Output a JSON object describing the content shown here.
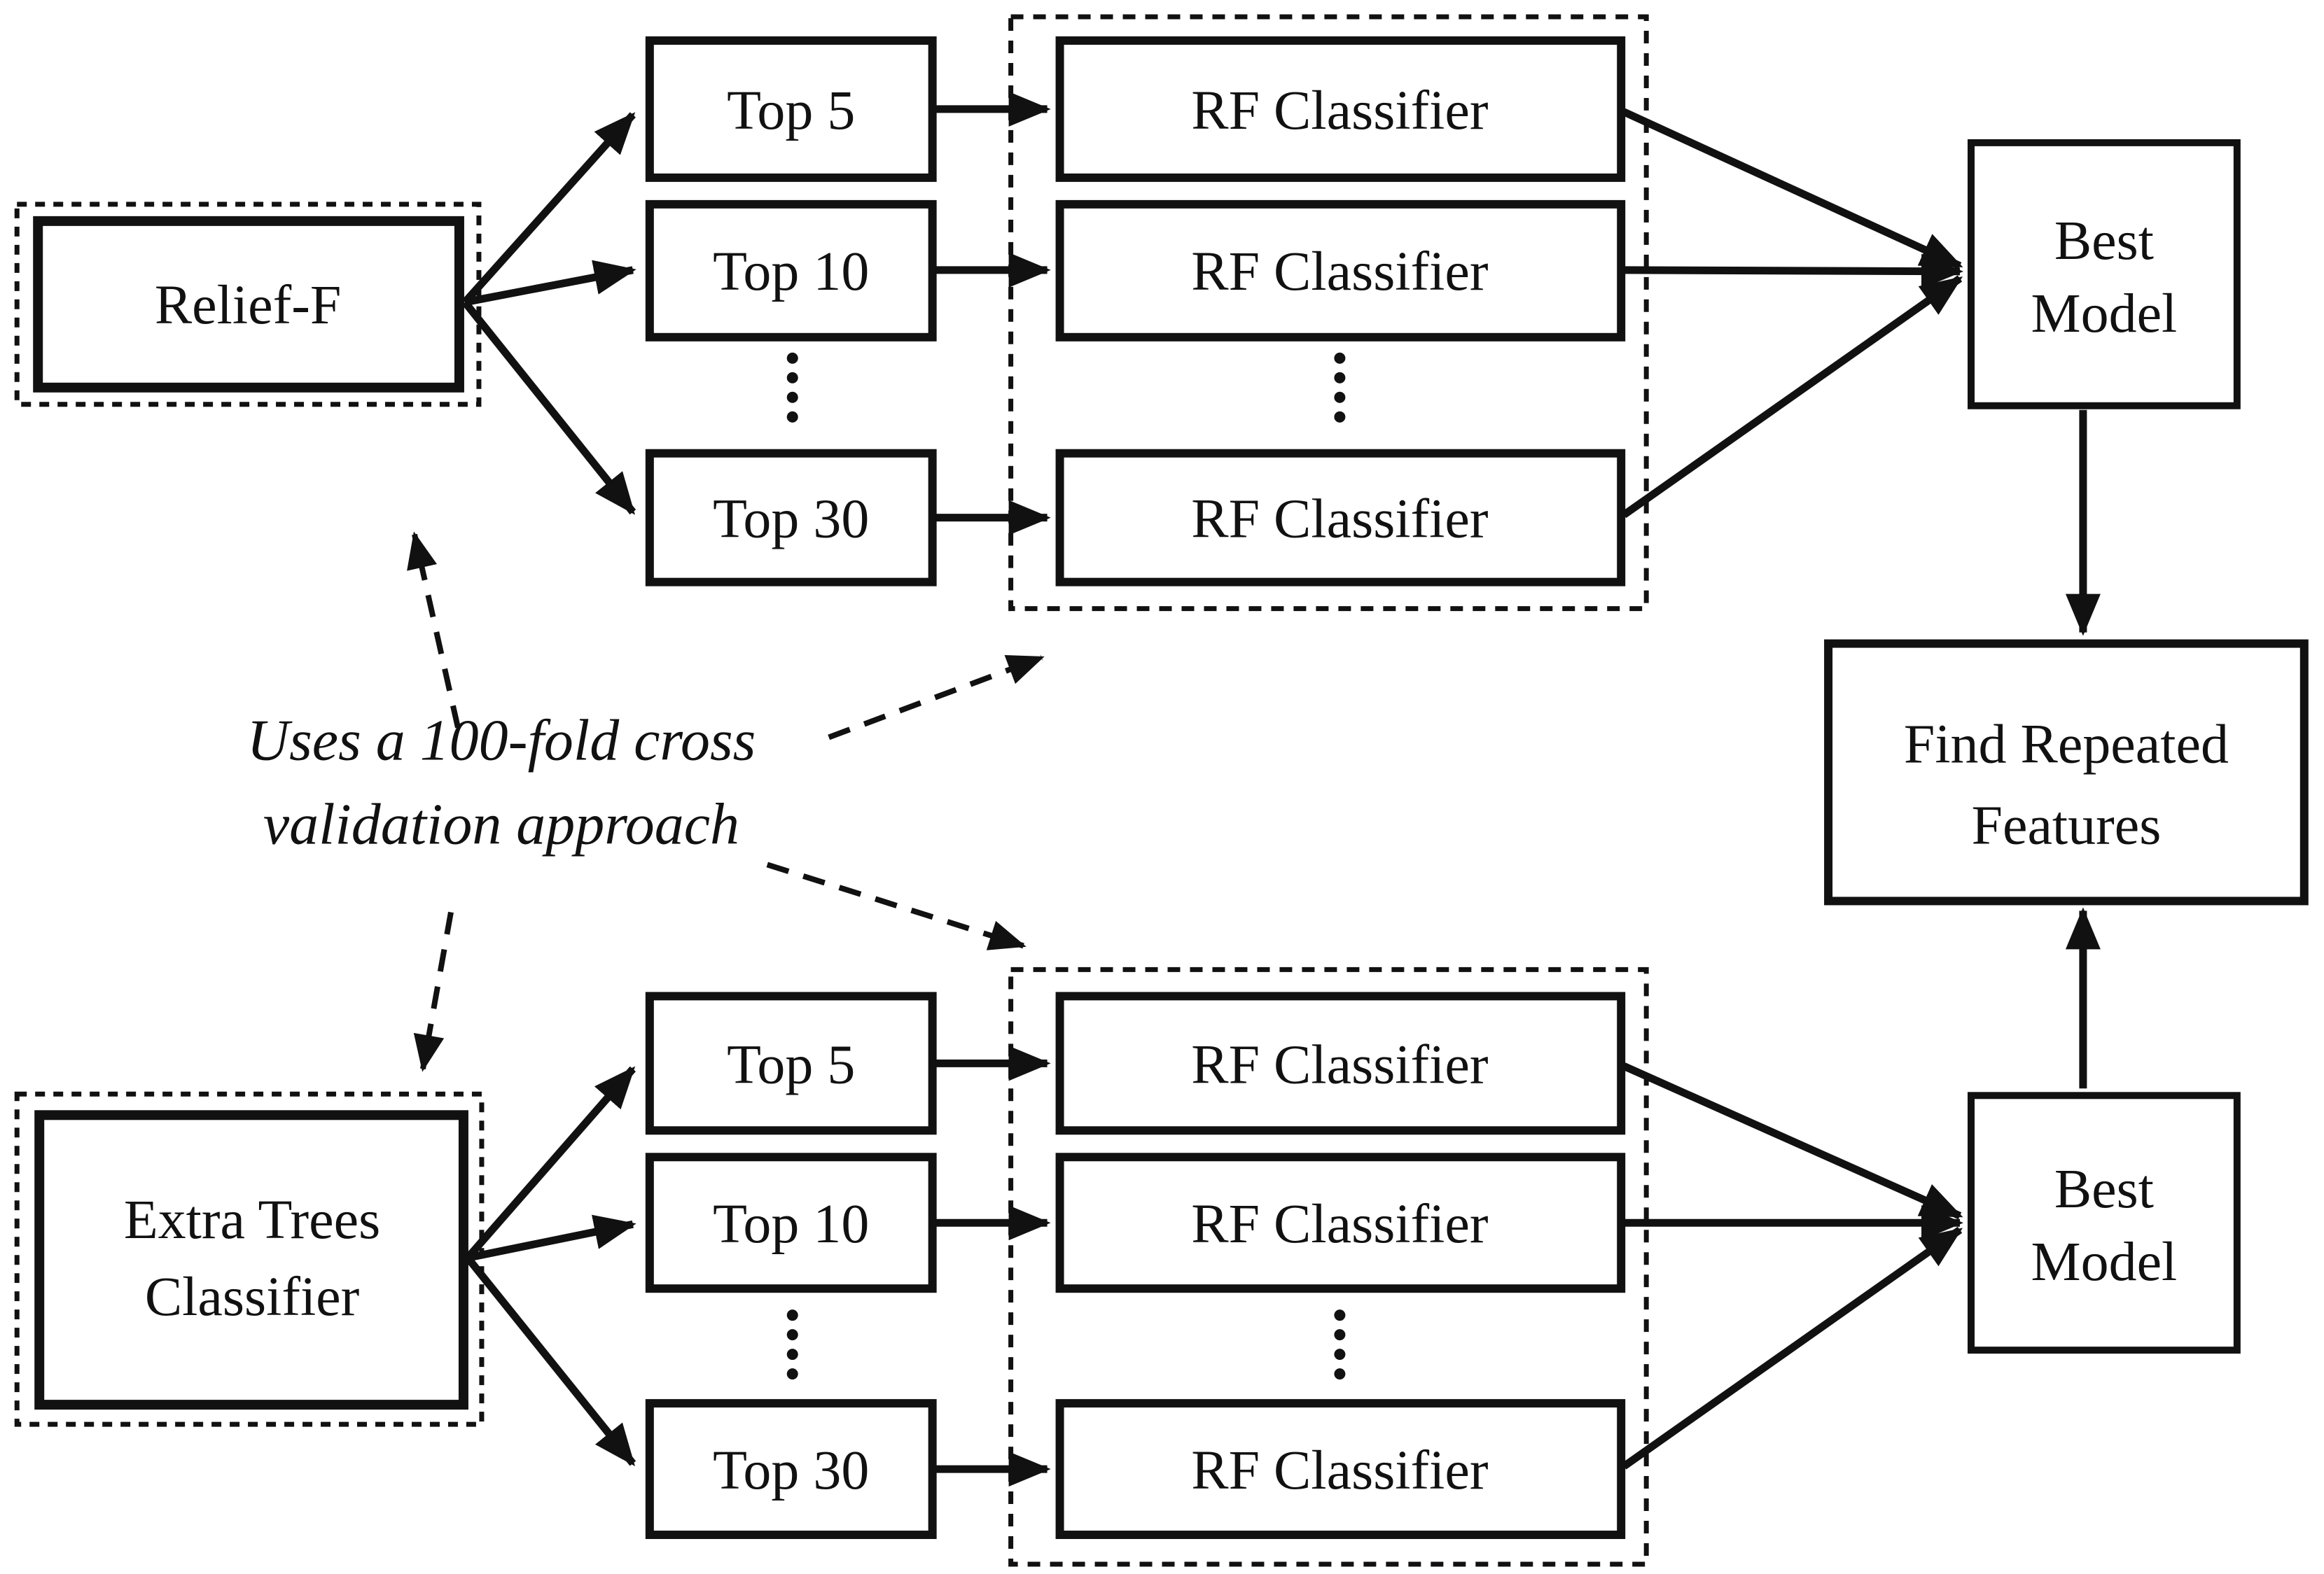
{
  "figure": {
    "annotation": {
      "line1": "Uses a 100-fold cross",
      "line2": "validation approach"
    },
    "colors": {
      "background": "#ffffff",
      "ink": "#111111"
    },
    "relief_branch": {
      "source": "Relief-F",
      "subsets": [
        "Top 5",
        "Top 10",
        "Top 30"
      ],
      "classifiers": [
        "RF Classifier",
        "RF Classifier",
        "RF Classifier"
      ],
      "best_model": {
        "line1": "Best",
        "line2": "Model"
      }
    },
    "extra_trees_branch": {
      "source": {
        "line1": "Extra Trees",
        "line2": "Classifier"
      },
      "subsets": [
        "Top 5",
        "Top 10",
        "Top 30"
      ],
      "classifiers": [
        "RF Classifier",
        "RF Classifier",
        "RF Classifier"
      ],
      "best_model": {
        "line1": "Best",
        "line2": "Model"
      }
    },
    "result": {
      "line1": "Find Repeated",
      "line2": "Features"
    }
  }
}
